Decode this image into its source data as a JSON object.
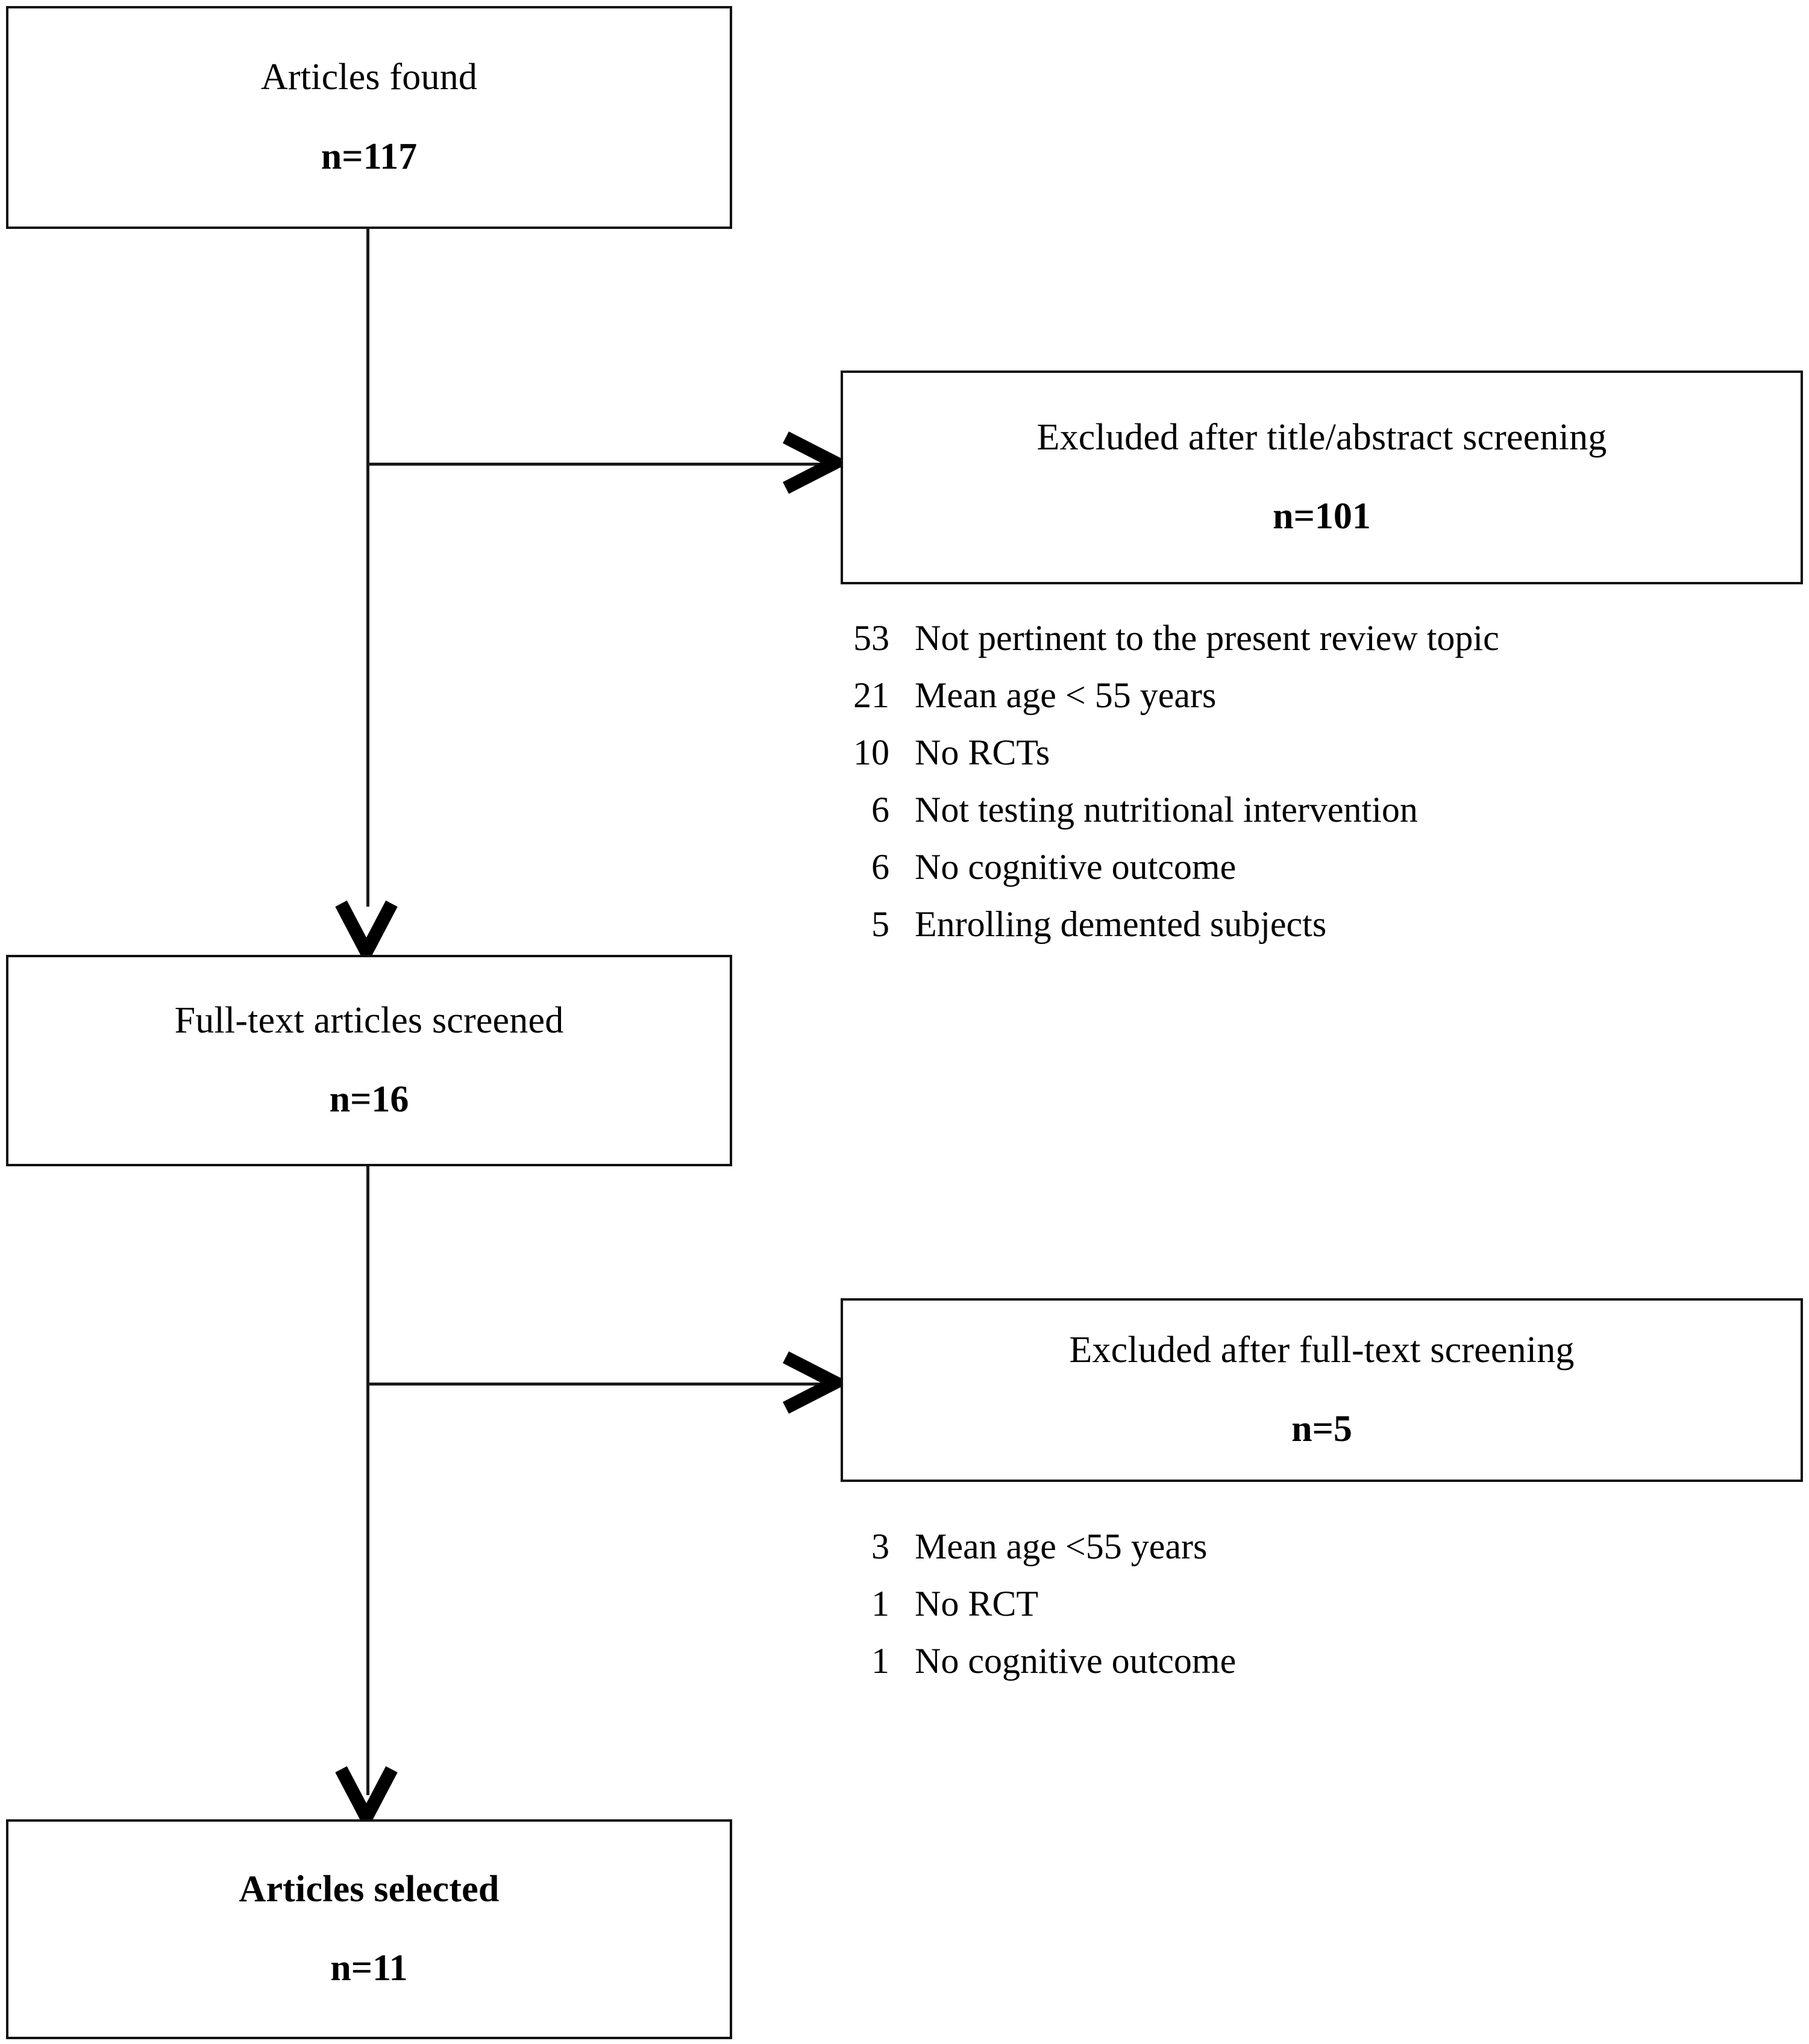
{
  "diagram": {
    "type": "prisma-study-selection-flowchart",
    "boxes": [
      {
        "id": "articles-found",
        "title": "Articles found",
        "count": "n=117",
        "title_bold": false
      },
      {
        "id": "excluded-title-abstract",
        "title": "Excluded after title/abstract screening",
        "count": "n=101",
        "title_bold": false
      },
      {
        "id": "fulltext-screened",
        "title": "Full-text articles screened",
        "count": "n=16",
        "title_bold": false
      },
      {
        "id": "excluded-fulltext",
        "title": "Excluded after full-text screening",
        "count": "n=5",
        "title_bold": false
      },
      {
        "id": "articles-selected",
        "title": "Articles selected",
        "count": "n=11",
        "title_bold": true
      }
    ],
    "exclusion_reasons_title_abstract": [
      {
        "count": "53",
        "label": "Not pertinent to the present review topic"
      },
      {
        "count": "21",
        "label": "Mean age < 55 years"
      },
      {
        "count": "10",
        "label": "No RCTs"
      },
      {
        "count": "6",
        "label": "Not testing nutritional intervention"
      },
      {
        "count": "6",
        "label": "No cognitive outcome"
      },
      {
        "count": "5",
        "label": "Enrolling demented subjects"
      }
    ],
    "exclusion_reasons_fulltext": [
      {
        "count": "3",
        "label": "Mean age <55 years"
      },
      {
        "count": "1",
        "label": "No RCT"
      },
      {
        "count": "1",
        "label": "No cognitive outcome"
      }
    ],
    "colors": {
      "box_border": "#111111",
      "connector": "#1a1a1a",
      "arrow": "#000000",
      "text": "#000000",
      "background": "#ffffff"
    }
  }
}
